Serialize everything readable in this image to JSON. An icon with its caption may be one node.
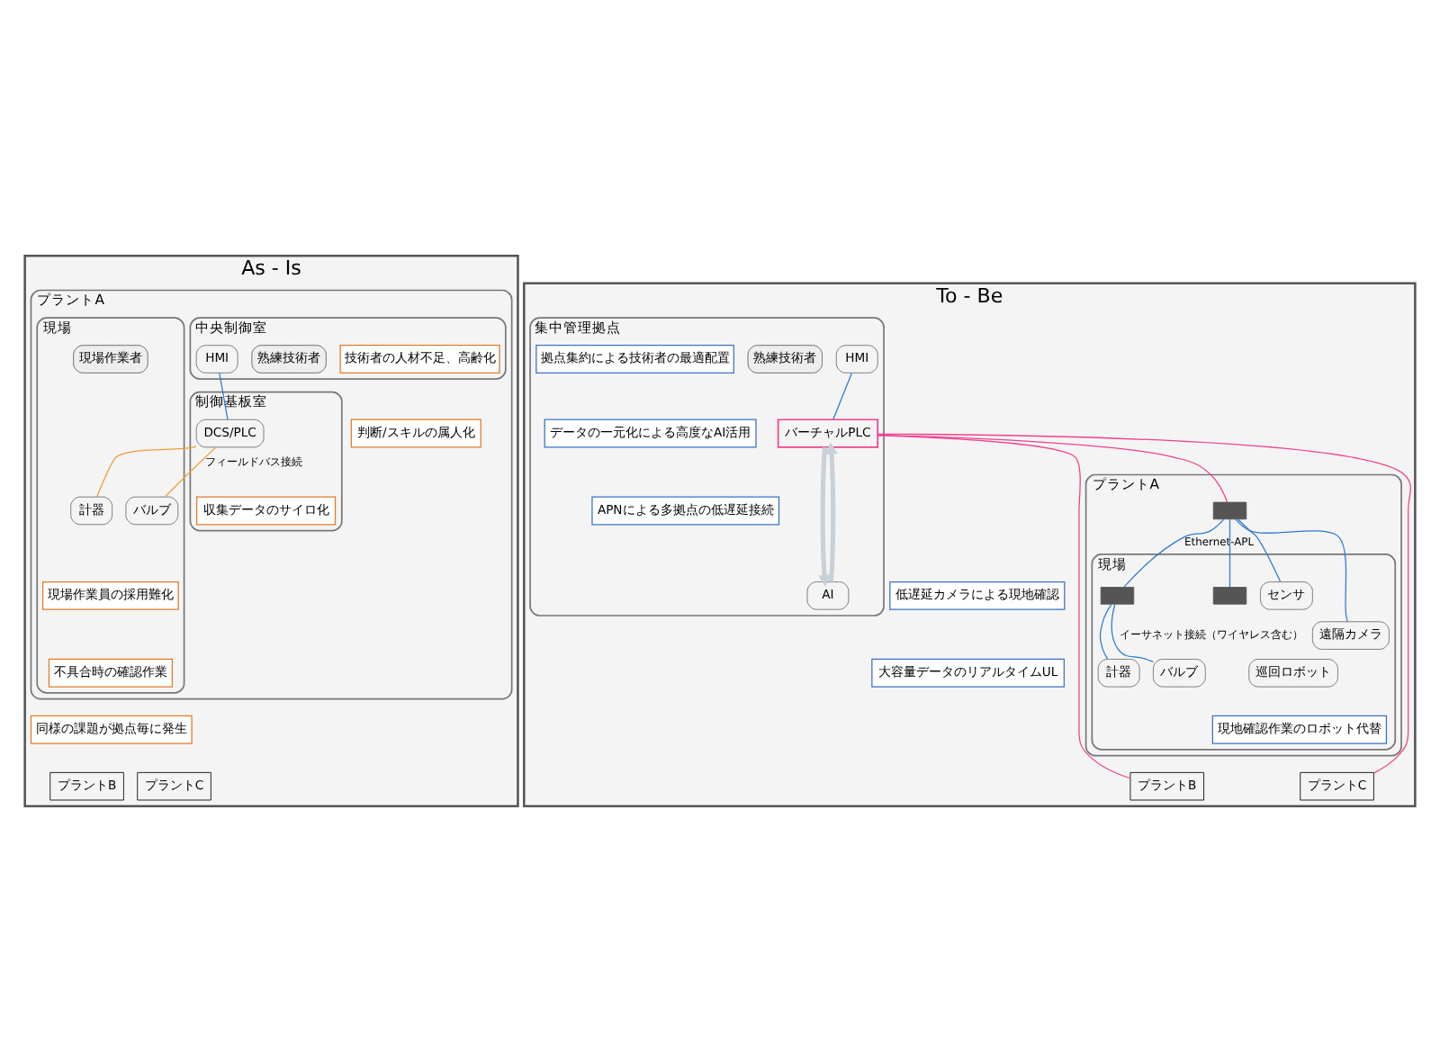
{
  "diagram": {
    "nodes": [
      {
        "text": [
          "As - Is"
        ]
      },
      {
        "text": [
          "プラントA"
        ],
        "in": 0
      },
      {
        "text": [
          "中央制御室"
        ],
        "in": 1
      },
      {
        "text": [
          "HMI"
        ],
        "in": 2
      },
      {
        "text": [
          "熟練技術者"
        ],
        "in": 2
      },
      {
        "text": [
          "技術者の人材不足、高齢化"
        ],
        "in": 2
      },
      {
        "text": [
          "判断/スキルの属人化"
        ],
        "in": 1
      },
      {
        "text": [
          "制御基板室"
        ],
        "in": 1
      },
      {
        "text": [
          "DCS/PLC"
        ],
        "in": 7
      },
      {
        "text": [
          "収集データのサイロ化"
        ],
        "in": 7
      },
      {
        "text": [
          "現場"
        ],
        "in": 1
      },
      {
        "text": [
          "バルブ"
        ],
        "in": 10
      },
      {
        "text": [
          "計器"
        ],
        "in": 10
      },
      {
        "text": [
          "現場作業者"
        ],
        "in": 10
      },
      {
        "text": [
          "現場作業員の採用難化"
        ],
        "in": 10
      },
      {
        "text": [
          "不具合時の確認作業"
        ],
        "in": 10
      },
      {
        "text": [
          "同様の課題が拠点毎に発生"
        ],
        "in": 0
      },
      {
        "text": [
          "プラントB"
        ],
        "in": 0
      },
      {
        "text": [
          "プラントC"
        ],
        "in": 0
      },
      {
        "text": [
          "To - Be"
        ]
      },
      {
        "text": [
          "集中管理拠点"
        ],
        "in": 19
      },
      {
        "text": [
          "HMI"
        ],
        "in": 20
      },
      {
        "text": [
          "熟練技術者"
        ],
        "in": 20
      },
      {
        "text": [
          "拠点集約による技術者の最適配置"
        ],
        "in": 20
      },
      {
        "text": [
          "データの一元化による高度なAI活用"
        ],
        "in": 20
      },
      {
        "text": [
          "バーチャルPLC"
        ],
        "in": 20
      },
      {
        "text": [
          "AI"
        ],
        "in": 20
      },
      {
        "text": [
          "APNによる多拠点の低遅延接続"
        ],
        "in": 20
      },
      {
        "text": [
          "プラントA"
        ],
        "in": 19
      },
      {
        "text": [],
        "shape": "box",
        "in": 28
      },
      {
        "text": [
          "現場"
        ],
        "in": 28
      },
      {
        "text": [],
        "shape": "box",
        "in": 30
      },
      {
        "text": [
          "大容量データのリアルタイムUL"
        ],
        "in": 19
      },
      {
        "text": [],
        "shape": "box",
        "in": 30
      },
      {
        "text": [
          "センサ"
        ],
        "in": 30
      },
      {
        "text": [
          "遠隔カメラ"
        ],
        "in": 30
      },
      {
        "text": [
          "低遅延カメラによる現地確認"
        ],
        "in": 19
      },
      {
        "text": [
          "バルブ"
        ],
        "in": 30
      },
      {
        "text": [
          "計器"
        ],
        "in": 30
      },
      {
        "text": [
          "巡回ロボット"
        ],
        "in": 30
      },
      {
        "text": [
          "現地確認作業のロボット代替"
        ],
        "in": 30
      },
      {
        "text": [
          "プラントB"
        ],
        "in": 19
      },
      {
        "text": [
          "プラントC"
        ],
        "in": 19
      }
    ],
    "edges": [
      {
        "from": 3,
        "to": 8,
        "arrow": "none"
      },
      {
        "from": 8,
        "to": 11,
        "arrow": "none",
        "label": "フィールドバス接続",
        "color": "#f39c3c"
      },
      {
        "from": 8,
        "to": 12,
        "arrow": "none",
        "color": "#f39c3c"
      },
      {
        "from": 21,
        "to": 25,
        "arrow": "none"
      },
      {
        "from": 25,
        "to": 26,
        "arrow": "to",
        "style": "thick",
        "color": "#c8d0d8"
      },
      {
        "from": 26,
        "to": 25,
        "arrow": "to",
        "style": "thick",
        "color": "#c8d0d8"
      },
      {
        "from": 25,
        "to": 29,
        "arrow": "none",
        "color": "#f0408c"
      },
      {
        "from": 25,
        "to": 41,
        "arrow": "none",
        "color": "#f0408c"
      },
      {
        "from": 25,
        "to": 42,
        "arrow": "none",
        "color": "#f0408c"
      },
      {
        "from": 29,
        "to": 31,
        "arrow": "none",
        "label": "Ethernet-APL"
      },
      {
        "from": 29,
        "to": 33,
        "arrow": "none"
      },
      {
        "from": 29,
        "to": 34,
        "arrow": "none"
      },
      {
        "from": 29,
        "to": 35,
        "arrow": "none"
      },
      {
        "from": 31,
        "to": 37,
        "arrow": "none",
        "label": "イーサネット接続（ワイヤレス含む）"
      },
      {
        "from": 31,
        "to": 38,
        "arrow": "none"
      }
    ]
  }
}
